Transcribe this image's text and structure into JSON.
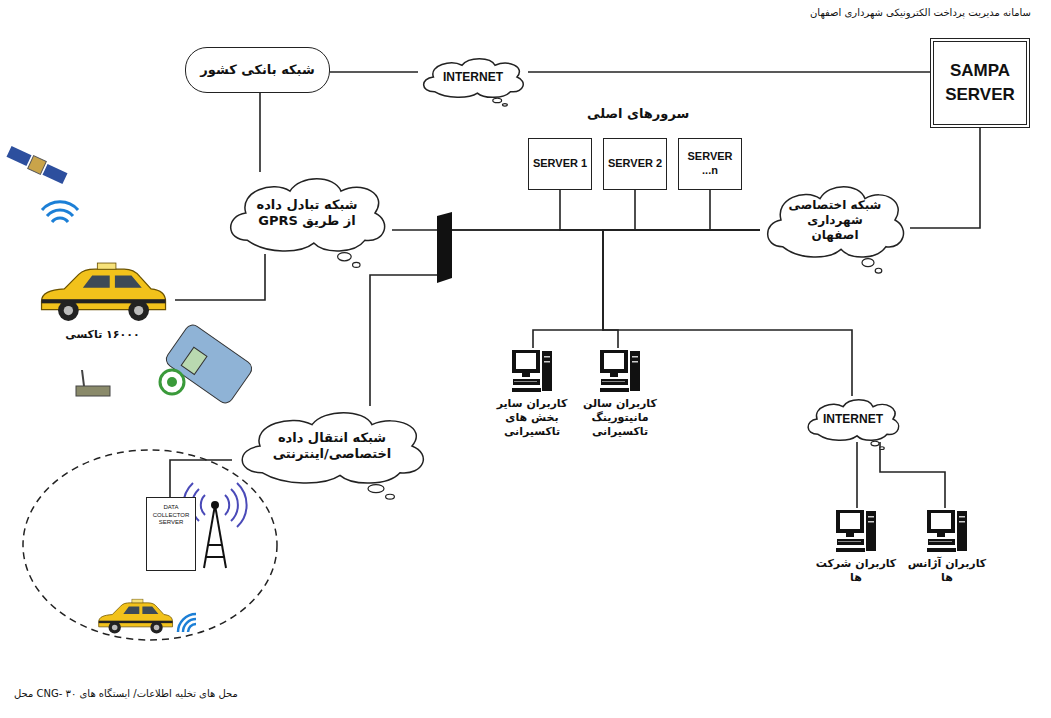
{
  "diagram": {
    "title": "سامانه مدیریت پرداخت الکترونیکی شهرداری اصفهان",
    "nodes": [
      {
        "text": [
          "شبکه بانکی کشور"
        ]
      },
      {
        "text": [
          "INTERNET"
        ]
      },
      {
        "text": [
          "SAMPA SERVER"
        ]
      },
      {
        "text": [
          "شبکه تبادل داده از طریق GPRS"
        ]
      },
      {
        "text": [
          "SERVER 1"
        ]
      },
      {
        "text": [
          "SERVER 2"
        ]
      },
      {
        "text": [
          "SERVER ...n"
        ]
      },
      {
        "text": [
          "شبکه اختصاصی شهرداری اصفهان"
        ]
      },
      {
        "text": [
          "شبکه انتقال داده اختصاصی/اینترنتی"
        ]
      },
      {
        "text": [
          "DATA COLLECTOR SERVER"
        ]
      },
      {
        "text": [
          "کاربران سایر بخش های تاکسیرانی"
        ]
      },
      {
        "text": [
          "کاربران سالن مانیتورینگ تاکسیرانی"
        ]
      },
      {
        "text": [
          "INTERNET"
        ]
      },
      {
        "text": [
          "کاربران شرکت ها"
        ]
      },
      {
        "text": [
          "کاربران آژانس ها"
        ]
      },
      {
        "text": [
          "۱۶۰۰۰ تاکسی"
        ]
      }
    ],
    "edges": [
      {
        "from": 0,
        "to": 3,
        "arrow": "none"
      },
      {
        "from": 0,
        "to": 1,
        "arrow": "none"
      },
      {
        "from": 1,
        "to": 2,
        "arrow": "none"
      },
      {
        "from": 3,
        "to": 15,
        "arrow": "none"
      },
      {
        "from": 3,
        "to": 7,
        "arrow": "none"
      },
      {
        "from": 4,
        "to": 7,
        "arrow": "none"
      },
      {
        "from": 5,
        "to": 7,
        "arrow": "none"
      },
      {
        "from": 6,
        "to": 7,
        "arrow": "none"
      },
      {
        "from": 7,
        "to": 2,
        "arrow": "none"
      },
      {
        "from": 8,
        "to": 7,
        "arrow": "none"
      },
      {
        "from": 9,
        "to": 8,
        "arrow": "none"
      },
      {
        "from": 10,
        "to": 7,
        "arrow": "none"
      },
      {
        "from": 11,
        "to": 7,
        "arrow": "none"
      },
      {
        "from": 12,
        "to": 7,
        "arrow": "none"
      },
      {
        "from": 13,
        "to": 12,
        "arrow": "none"
      },
      {
        "from": 14,
        "to": 12,
        "arrow": "none"
      }
    ],
    "labels": [
      "سرورهای اصلی",
      "محل های تخلیه اطلاعات/ ایستگاه های CNG- ۳۰ محل"
    ]
  }
}
